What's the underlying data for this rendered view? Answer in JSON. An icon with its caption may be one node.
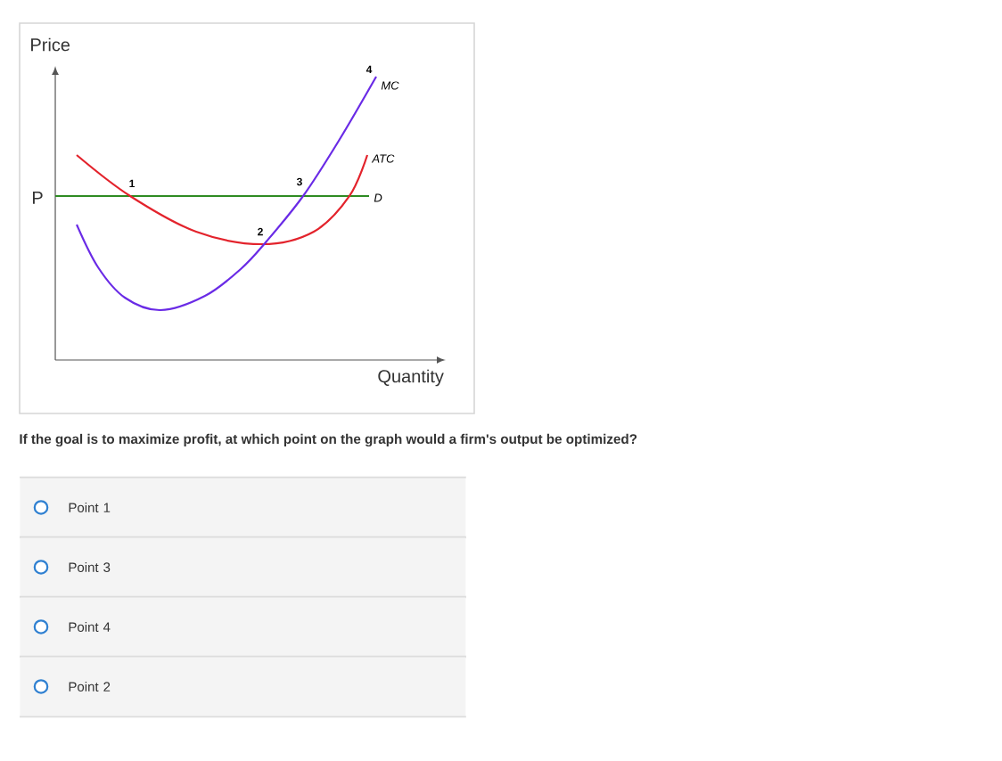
{
  "diagram": {
    "nodes": [
      {
        "text": [
          "Point 1"
        ]
      },
      {
        "text": [
          "Point 3"
        ]
      },
      {
        "text": [
          "Point 4"
        ]
      },
      {
        "text": [
          "Point 2"
        ]
      }
    ],
    "labels": [
      "Price",
      "4",
      "MC",
      "ATC",
      "1",
      "3",
      "P",
      "D",
      "2",
      "Quantity",
      "If the goal is to maximize profit, at which point on the graph would a firm's output be optimized?"
    ]
  }
}
